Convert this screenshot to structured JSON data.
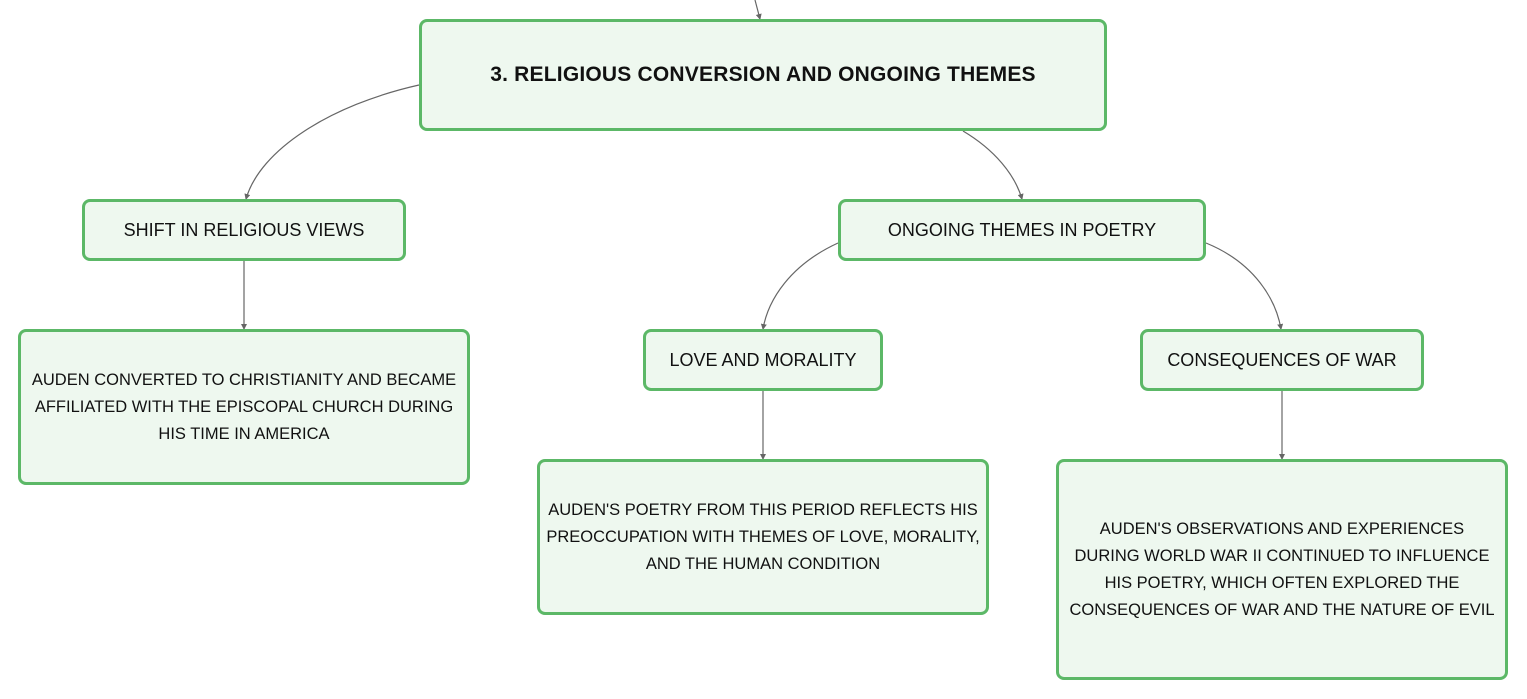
{
  "colors": {
    "node_fill": "#eef8ef",
    "node_border": "#5cb867",
    "connector": "#666666",
    "text": "#111111"
  },
  "nodes": {
    "root": {
      "text": "3. RELIGIOUS CONVERSION AND ONGOING THEMES"
    },
    "shift": {
      "text": "SHIFT IN RELIGIOUS VIEWS"
    },
    "ongoing": {
      "text": "ONGOING THEMES IN POETRY"
    },
    "love": {
      "text": "LOVE AND MORALITY"
    },
    "war": {
      "text": "CONSEQUENCES OF WAR"
    },
    "auden_conversion": {
      "text": "AUDEN CONVERTED TO CHRISTIANITY AND BECAME AFFILIATED WITH THE EPISCOPAL CHURCH DURING HIS TIME IN AMERICA"
    },
    "auden_poetry": {
      "text": "AUDEN'S POETRY FROM THIS PERIOD REFLECTS HIS PREOCCUPATION WITH THEMES OF LOVE, MORALITY, AND THE HUMAN CONDITION"
    },
    "auden_war": {
      "text": "AUDEN'S OBSERVATIONS AND EXPERIENCES DURING WORLD WAR II CONTINUED TO INFLUENCE HIS POETRY, WHICH OFTEN EXPLORED THE CONSEQUENCES OF WAR AND THE NATURE OF EVIL"
    }
  },
  "edges": [
    {
      "from": "parent",
      "to": "root"
    },
    {
      "from": "root",
      "to": "shift"
    },
    {
      "from": "root",
      "to": "ongoing"
    },
    {
      "from": "shift",
      "to": "auden_conversion"
    },
    {
      "from": "ongoing",
      "to": "love"
    },
    {
      "from": "ongoing",
      "to": "war"
    },
    {
      "from": "love",
      "to": "auden_poetry"
    },
    {
      "from": "war",
      "to": "auden_war"
    }
  ]
}
